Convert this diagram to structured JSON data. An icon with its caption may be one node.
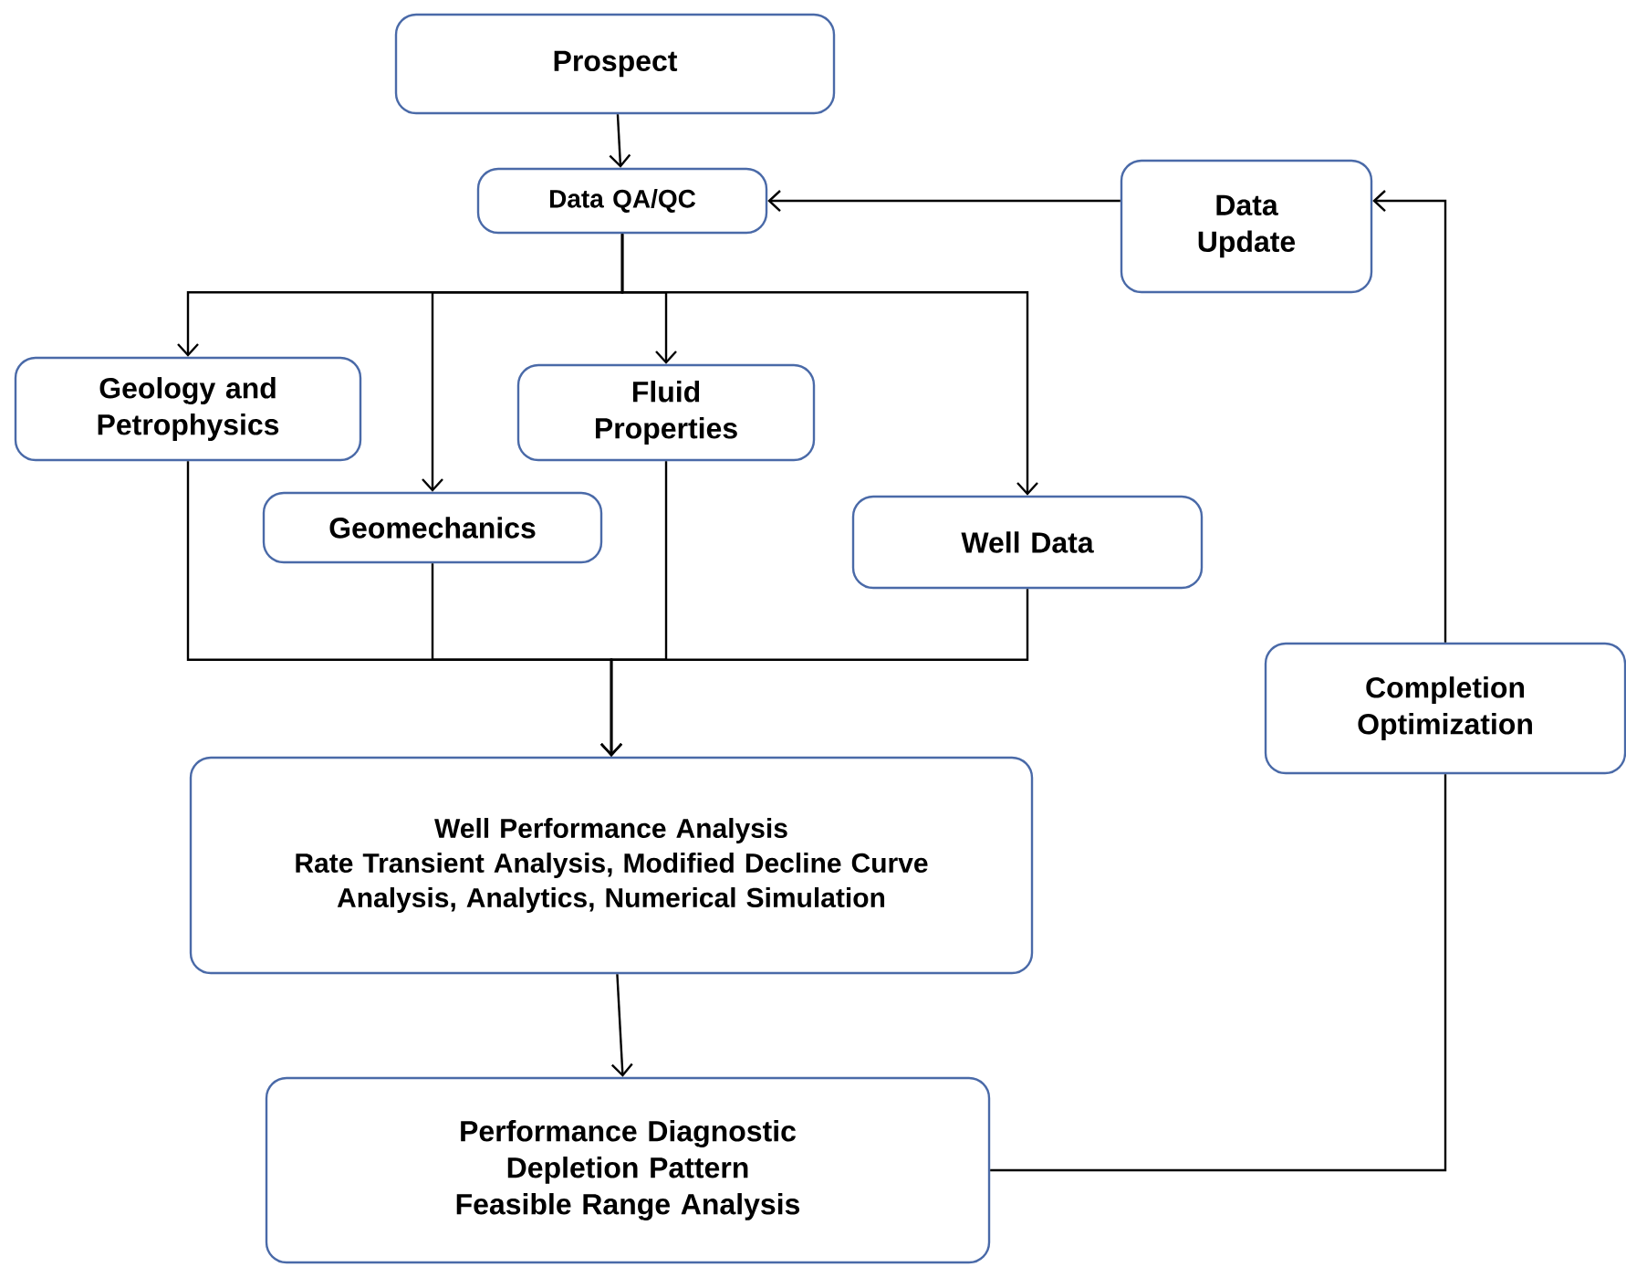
{
  "diagram": {
    "nodes": [
      {
        "text": [
          "Prospect"
        ]
      },
      {
        "text": [
          "Data QA/QC"
        ]
      },
      {
        "text": [
          "Data Update"
        ]
      },
      {
        "text": [
          "Geology and Petrophysics"
        ]
      },
      {
        "text": [
          "Fluid Properties"
        ]
      },
      {
        "text": [
          "Geomechanics"
        ]
      },
      {
        "text": [
          "Well Data"
        ]
      },
      {
        "text": [
          "Completion Optimization"
        ]
      },
      {
        "text": [
          "Well Performance Analysis",
          "Rate Transient Analysis, Modified Decline Curve Analysis, Analytics, Numerical Simulation"
        ]
      },
      {
        "text": [
          "Performance Diagnostic",
          "Depletion Pattern",
          "Feasible Range Analysis"
        ]
      }
    ],
    "edges": [
      {
        "from": 0,
        "to": 1,
        "arrow": "to"
      },
      {
        "from": 1,
        "to": 3,
        "arrow": "to"
      },
      {
        "from": 1,
        "to": 5,
        "arrow": "to"
      },
      {
        "from": 1,
        "to": 4,
        "arrow": "to"
      },
      {
        "from": 1,
        "to": 6,
        "arrow": "to"
      },
      {
        "from": 3,
        "to": 8,
        "arrow": "to"
      },
      {
        "from": 5,
        "to": 8,
        "arrow": "to"
      },
      {
        "from": 4,
        "to": 8,
        "arrow": "to"
      },
      {
        "from": 6,
        "to": 8,
        "arrow": "to"
      },
      {
        "from": 8,
        "to": 9,
        "arrow": "to"
      },
      {
        "from": 9,
        "to": 7,
        "arrow": "none"
      },
      {
        "from": 7,
        "to": 2,
        "arrow": "to"
      },
      {
        "from": 2,
        "to": 1,
        "arrow": "to"
      }
    ]
  }
}
